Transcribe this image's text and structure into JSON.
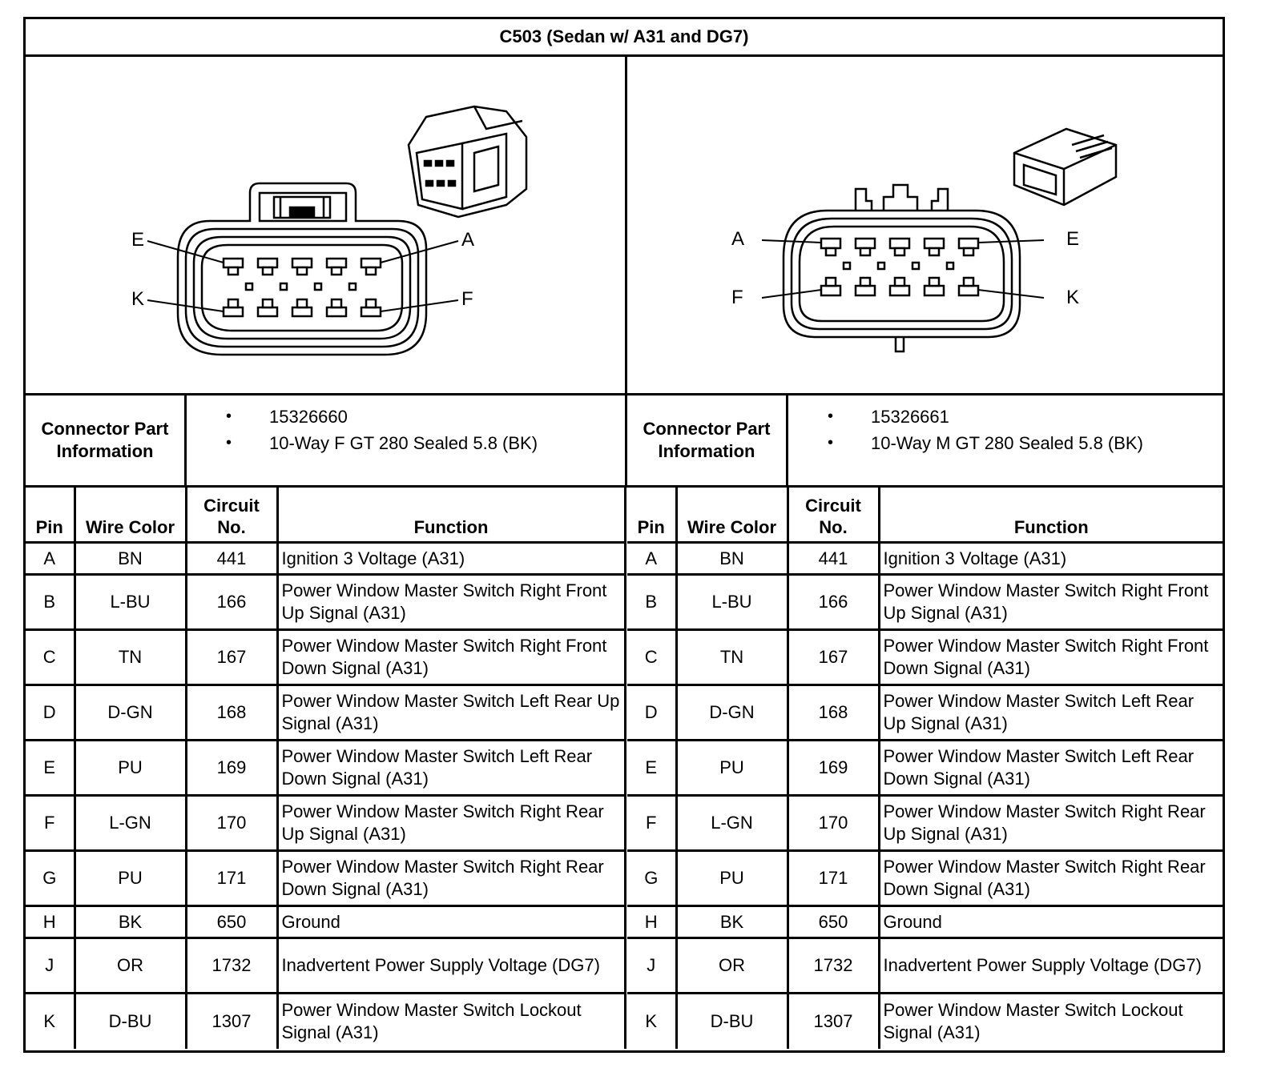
{
  "title": "C503 (Sedan w/ A31 and DG7)",
  "female": {
    "pin_labels": {
      "top_left": "E",
      "top_right": "A",
      "bottom_left": "K",
      "bottom_right": "F"
    },
    "connector_part_label": "Connector Part Information",
    "part_info": [
      "15326660",
      "10-Way F GT 280 Sealed 5.8 (BK)"
    ]
  },
  "male": {
    "pin_labels": {
      "top_left": "A",
      "top_right": "E",
      "bottom_left": "F",
      "bottom_right": "K"
    },
    "connector_part_label": "Connector Part Information",
    "part_info": [
      "15326661",
      "10-Way M GT 280 Sealed 5.8 (BK)"
    ]
  },
  "table": {
    "headers": {
      "pin": "Pin",
      "wire": "Wire Color",
      "circuit": "Circuit No.",
      "function": "Function"
    },
    "rows": [
      {
        "pin": "A",
        "wire": "BN",
        "circuit": "441",
        "function": "Ignition 3 Voltage (A31)"
      },
      {
        "pin": "B",
        "wire": "L-BU",
        "circuit": "166",
        "function": "Power Window Master Switch Right Front Up Signal (A31)"
      },
      {
        "pin": "C",
        "wire": "TN",
        "circuit": "167",
        "function": "Power Window Master Switch Right Front Down Signal (A31)"
      },
      {
        "pin": "D",
        "wire": "D-GN",
        "circuit": "168",
        "function": "Power Window Master Switch Left Rear Up Signal (A31)"
      },
      {
        "pin": "E",
        "wire": "PU",
        "circuit": "169",
        "function": "Power Window Master Switch Left Rear Down Signal (A31)"
      },
      {
        "pin": "F",
        "wire": "L-GN",
        "circuit": "170",
        "function": "Power Window Master Switch Right Rear Up Signal (A31)"
      },
      {
        "pin": "G",
        "wire": "PU",
        "circuit": "171",
        "function": "Power Window Master Switch Right Rear Down Signal (A31)"
      },
      {
        "pin": "H",
        "wire": "BK",
        "circuit": "650",
        "function": "Ground"
      },
      {
        "pin": "J",
        "wire": "OR",
        "circuit": "1732",
        "function": "Inadvertent Power Supply Voltage (DG7)"
      },
      {
        "pin": "K",
        "wire": "D-BU",
        "circuit": "1307",
        "function": "Power Window Master Switch Lockout Signal (A31)"
      }
    ]
  }
}
